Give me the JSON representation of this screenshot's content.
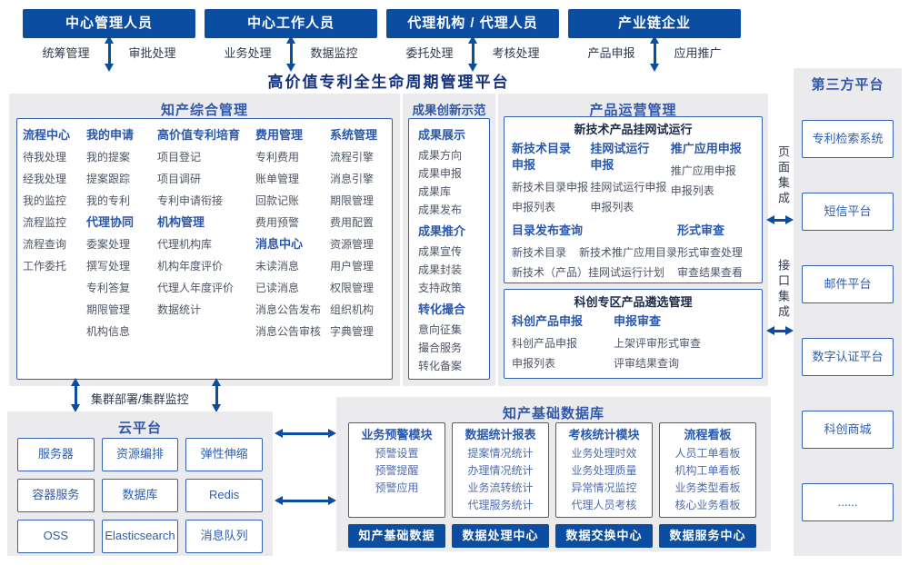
{
  "title": "高价值专利全生命周期管理平台",
  "colors": {
    "primary": "#0b4da0",
    "panel_bg": "#ebebee",
    "box_border": "#3560ac",
    "section_title": "#2f58ab",
    "item_text": "#4e5568"
  },
  "actors": [
    {
      "name": "中心管理人员",
      "left": "统筹管理",
      "right": "审批处理"
    },
    {
      "name": "中心工作人员",
      "left": "业务处理",
      "right": "数据监控"
    },
    {
      "name": "代理机构 / 代理人员",
      "left": "委托处理",
      "right": "考核处理"
    },
    {
      "name": "产业链企业",
      "left": "产品申报",
      "right": "应用推广"
    }
  ],
  "ip": {
    "title": "知产综合管理",
    "columns": [
      {
        "groups": [
          {
            "header": "流程中心",
            "items": [
              "待我处理",
              "经我处理",
              "我的监控",
              "流程监控",
              "流程查询",
              "工作委托"
            ]
          }
        ]
      },
      {
        "groups": [
          {
            "header": "我的申请",
            "items": [
              "我的提案",
              "提案跟踪",
              "我的专利"
            ]
          },
          {
            "header": "代理协同",
            "items": [
              "委案处理",
              "撰写处理",
              "专利答复",
              "期限管理",
              "机构信息"
            ]
          }
        ]
      },
      {
        "groups": [
          {
            "header": "高价值专利培育",
            "items": [
              "项目登记",
              "项目调研",
              "专利申请衔接"
            ]
          },
          {
            "header": "机构管理",
            "items": [
              "代理机构库",
              "机构年度评价",
              "代理人年度评价",
              "数据统计"
            ]
          }
        ]
      },
      {
        "groups": [
          {
            "header": "费用管理",
            "items": [
              "专利费用",
              "账单管理",
              "回款记账",
              "费用预警"
            ]
          },
          {
            "header": "消息中心",
            "items": [
              "未读消息",
              "已读消息",
              "消息公告发布",
              "消息公告审核"
            ]
          }
        ]
      },
      {
        "groups": [
          {
            "header": "系统管理",
            "items": [
              "流程引擎",
              "消息引擎",
              "期限管理",
              "费用配置",
              "资源管理",
              "用户管理",
              "权限管理",
              "组织机构",
              "字典管理"
            ]
          }
        ]
      }
    ]
  },
  "achv": {
    "title": "成果创新示范",
    "groups": [
      {
        "header": "成果展示",
        "items": [
          "成果方向",
          "成果申报",
          "成果库",
          "成果发布"
        ]
      },
      {
        "header": "成果推介",
        "items": [
          "成果宣传",
          "成果封装",
          "支持政策"
        ]
      },
      {
        "header": "转化撮合",
        "items": [
          "意向征集",
          "撮合服务",
          "转化备案"
        ]
      }
    ]
  },
  "ops": {
    "title": "产品运营管理",
    "box1": {
      "title": "新技术产品挂网试运行",
      "groups": [
        {
          "header": "新技术目录申报",
          "items": [
            "新技术目录申报",
            "申报列表"
          ]
        },
        {
          "header": "挂网试运行申报",
          "items": [
            "挂网试运行申报",
            "申报列表"
          ]
        },
        {
          "header": "推广应用申报",
          "items": [
            "推广应用申报",
            "申报列表"
          ]
        }
      ],
      "catalog": {
        "header": "目录发布查询",
        "rows": [
          [
            "新技术目录",
            "新技术推广应用目录"
          ],
          [
            "新技术（产品）挂网试运行计划"
          ]
        ]
      },
      "review": {
        "header": "形式审查",
        "items": [
          "形式审查处理",
          "审查结果查看"
        ]
      }
    },
    "box2": {
      "title": "科创专区产品遴选管理",
      "groups": [
        {
          "header": "科创产品申报",
          "items": [
            "科创产品申报",
            "申报列表"
          ]
        },
        {
          "header": "申报审查",
          "items": [
            "上架评审形式审查",
            "评审结果查询"
          ]
        }
      ]
    }
  },
  "integration": {
    "page": "页面集成",
    "api": "接口集成"
  },
  "third_party": {
    "title": "第三方平台",
    "items": [
      "专利检索系统",
      "短信平台",
      "邮件平台",
      "数字认证平台",
      "科创商城",
      "......"
    ]
  },
  "cluster_label": "集群部署/集群监控",
  "cloud": {
    "title": "云平台",
    "items": [
      "服务器",
      "资源编排",
      "弹性伸缩",
      "容器服务",
      "数据库",
      "Redis",
      "OSS",
      "Elasticsearch",
      "消息队列"
    ]
  },
  "data_platform": {
    "title": "知产基础数据库",
    "modules": [
      {
        "header": "业务预警模块",
        "items": [
          "预警设置",
          "预警提醒",
          "预警应用"
        ]
      },
      {
        "header": "数据统计报表",
        "items": [
          "提案情况统计",
          "办理情况统计",
          "业务流转统计",
          "代理服务统计"
        ]
      },
      {
        "header": "考核统计模块",
        "items": [
          "业务处理时效",
          "业务处理质量",
          "异常情况监控",
          "代理人员考核"
        ]
      },
      {
        "header": "流程看板",
        "items": [
          "人员工单看板",
          "机构工单看板",
          "业务类型看板",
          "核心业务看板"
        ]
      }
    ],
    "centers": [
      "知产基础数据",
      "数据处理中心",
      "数据交换中心",
      "数据服务中心"
    ]
  }
}
